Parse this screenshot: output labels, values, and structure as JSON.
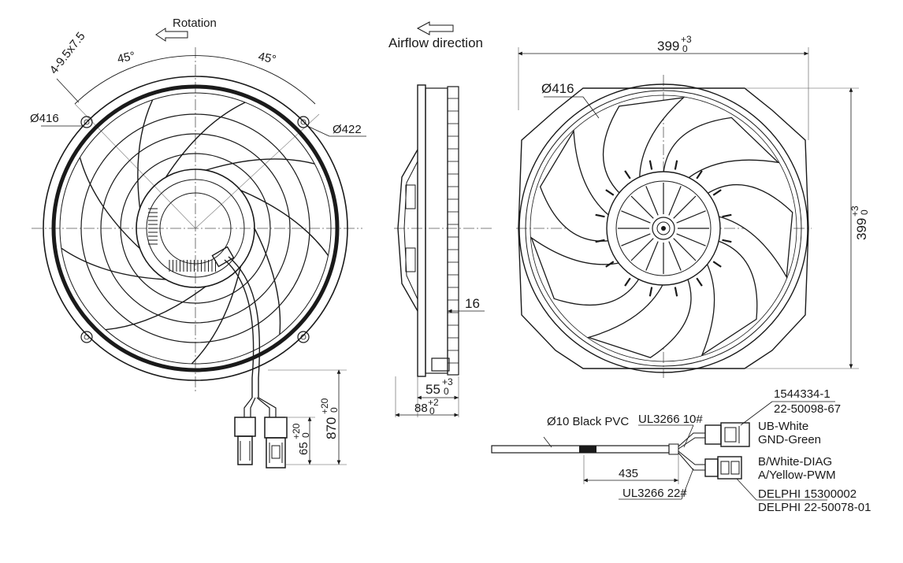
{
  "front_view": {
    "rotation_label": "Rotation",
    "bolt_spec": "4-9.5x7.5",
    "angle_left": "45°",
    "angle_right": "45°",
    "dia_416": "Ø416",
    "dia_422": "Ø422",
    "cable_len": "870",
    "cable_len_tol": "+20",
    "cable_len_tol2": "0",
    "conn_len": "65",
    "conn_len_tol": "+20",
    "conn_len_tol2": "0"
  },
  "side_view": {
    "airflow_label": "Airflow direction",
    "dim_16": "16",
    "dim_55": "55",
    "dim_55_tol": "+3",
    "dim_55_tol2": "0",
    "dim_88": "88",
    "dim_88_tol": "+2",
    "dim_88_tol2": "0"
  },
  "rear_view": {
    "dia_416": "Ø416",
    "width": "399",
    "width_tol": "+3",
    "width_tol2": "0",
    "height": "399",
    "height_tol": "+3",
    "height_tol2": "0"
  },
  "wiring": {
    "cable": "Ø10 Black PVC",
    "wire_10": "UL3266 10#",
    "wire_22": "UL3266 22#",
    "length": "435",
    "conn1_pn1": "1544334-1",
    "conn1_pn2": "22-50098-67",
    "conn1_pin1": "UB-White",
    "conn1_pin2": "GND-Green",
    "conn2_pin1": "B/White-DIAG",
    "conn2_pin2": "A/Yellow-PWM",
    "conn2_pn1": "DELPHI 15300002",
    "conn2_pn2": "DELPHI 22-50078-01"
  }
}
